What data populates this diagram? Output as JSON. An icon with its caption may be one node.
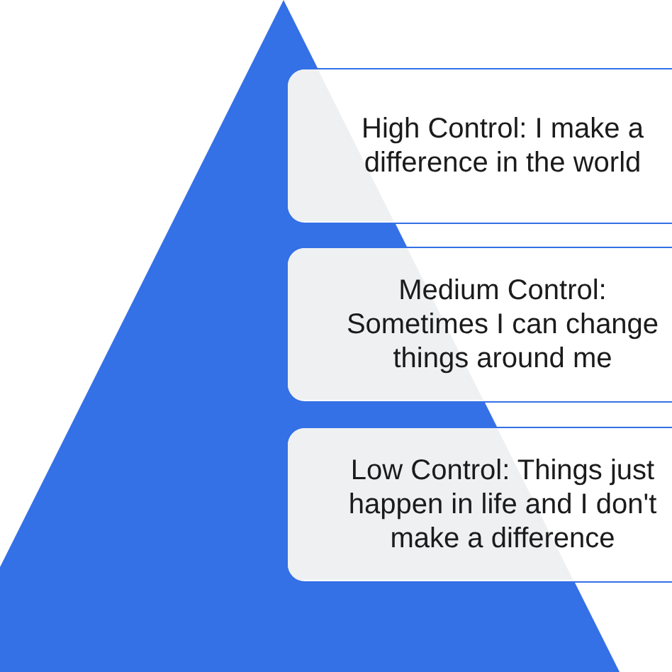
{
  "diagram": {
    "nodes": [
      {
        "text": [
          "High Control: I make a difference in the world"
        ]
      },
      {
        "text": [
          "Medium Control: Sometimes I can change things around me"
        ]
      },
      {
        "text": [
          "Low Control: Things just happen in life and I don't make a difference"
        ]
      }
    ]
  }
}
